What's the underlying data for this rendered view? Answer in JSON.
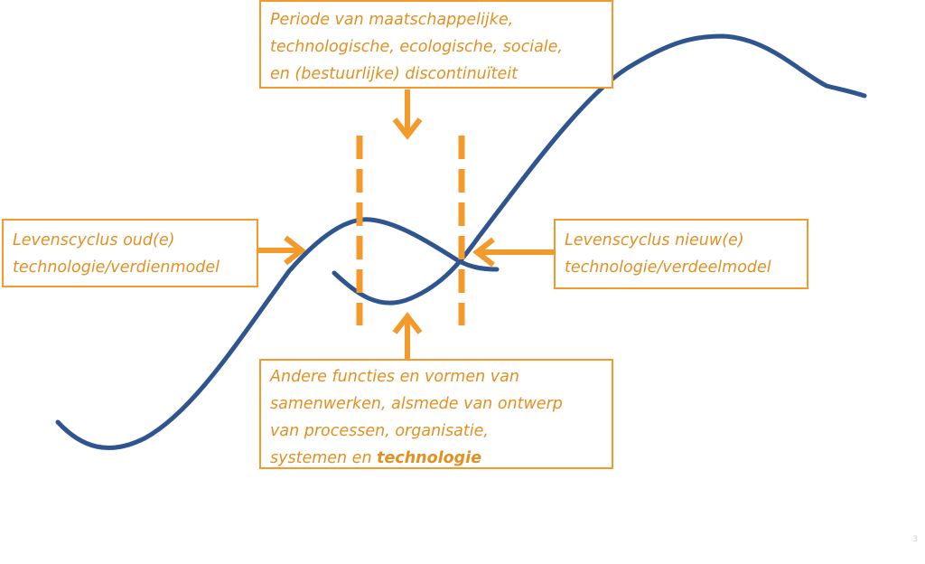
{
  "colors": {
    "curve": "#2e5590",
    "accent": "#f39a2b",
    "text": "#e39023",
    "background": "#ffffff"
  },
  "boxes": {
    "top": {
      "lines": [
        "Periode van maatschappelijke,",
        "technologische, ecologische, sociale,",
        "en (bestuurlijke) discontinuïteit"
      ]
    },
    "left": {
      "lines": [
        "Levenscyclus oud(e)",
        "technologie/verdienmodel"
      ]
    },
    "right": {
      "lines": [
        "Levenscyclus nieuw(e)",
        "technologie/verdeelmodel"
      ]
    },
    "bottom": {
      "lines": [
        "Andere functies en vormen van",
        "samenwerken, alsmede van ontwerp",
        "van processen, organisatie,",
        "systemen en "
      ],
      "emphasis": "technologie"
    }
  },
  "page_number": "3"
}
